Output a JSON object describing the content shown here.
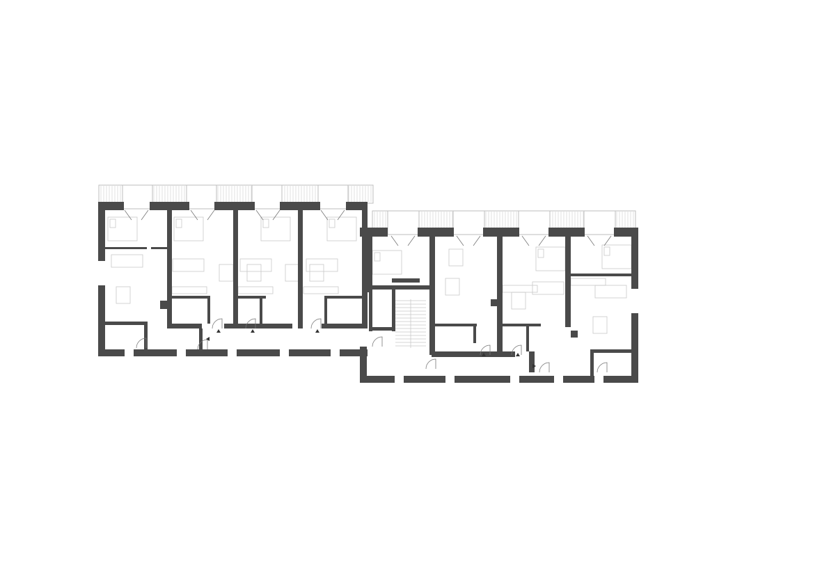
{
  "drawing": {
    "type": "floor-plan",
    "wall_color": "#4a4a4a",
    "line_color": "#c8c8c8",
    "background": "#ffffff",
    "units_left_block": 4,
    "units_right_block": 4
  }
}
